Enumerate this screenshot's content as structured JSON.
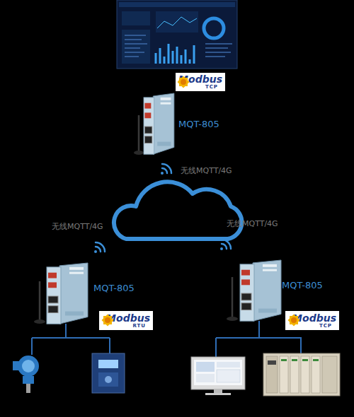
{
  "diagram": {
    "nodes": [
      {
        "text": [
          "Modbus",
          "TCP"
        ]
      },
      {
        "text": [
          "MQT-805"
        ]
      },
      {
        "text": [
          "MQT-805"
        ]
      },
      {
        "text": [
          "MQT-805"
        ]
      },
      {
        "text": [
          "Modbus",
          "RTU"
        ]
      },
      {
        "text": [
          "Modbus",
          "TCP"
        ]
      }
    ],
    "labels": [
      "无线MQTT/4G",
      "无线MQTT/4G",
      "无线MQTT/4G"
    ]
  }
}
